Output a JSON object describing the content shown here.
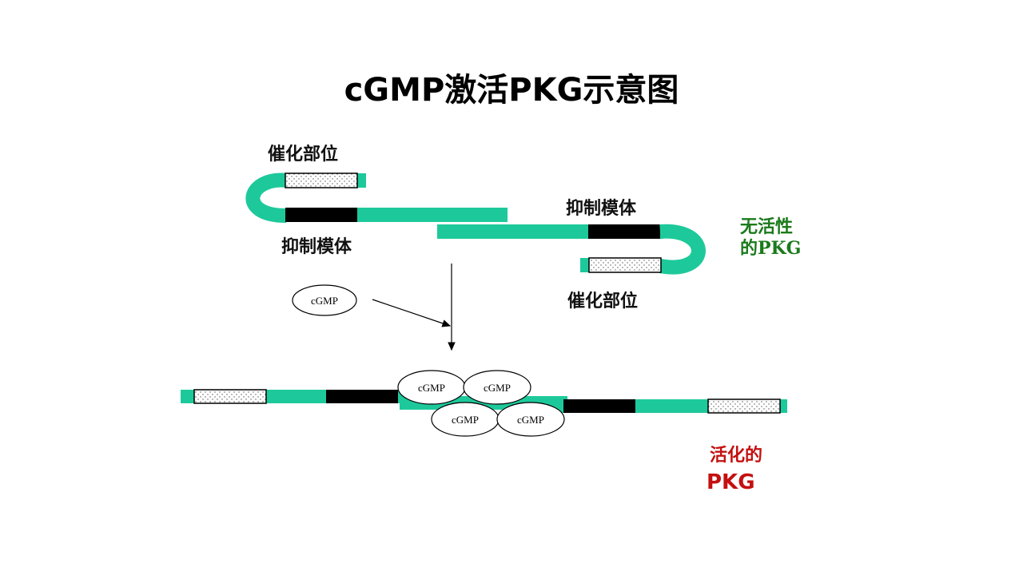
{
  "title": "cGMP激活PKG示意图",
  "colors": {
    "chain": "#1dc99a",
    "inhibitor": "#000000",
    "catalytic_fill": "#ffffff",
    "inactive_label": "#1b7a1b",
    "active_label": "#c41010"
  },
  "labels": {
    "catalytic_site_top": "催化部位",
    "inhibitor_left": "抑制模体",
    "inhibitor_right": "抑制模体",
    "catalytic_site_right": "催化部位",
    "cgmp_free": "cGMP",
    "cgmp_bound": [
      "cGMP",
      "cGMP",
      "cGMP",
      "cGMP"
    ],
    "inactive_line1": "无活性",
    "inactive_line2": "的PKG",
    "active_line1": "活化的",
    "active_line2": "PKG"
  }
}
